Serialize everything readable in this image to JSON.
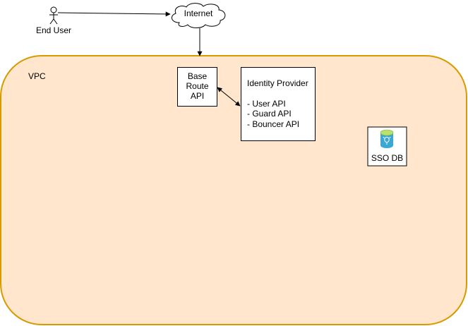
{
  "colors": {
    "vpc_fill": "#ffe6cc",
    "vpc_stroke": "#d79b00",
    "line": "#000000",
    "box_fill": "#ffffff",
    "db_top": "#b6e36d",
    "db_body": "#3aa8d6"
  },
  "actor": {
    "icon": "stick-figure-icon",
    "label": "End User"
  },
  "internet": {
    "icon": "cloud-icon",
    "label": "Internet"
  },
  "vpc": {
    "label": "VPC"
  },
  "base_route": {
    "lines": [
      "Base",
      "Route",
      "API"
    ]
  },
  "identity_provider": {
    "title": "Identity Provider",
    "items": [
      "- User API",
      "- Guard API",
      "- Bouncer API"
    ]
  },
  "sso_db": {
    "icon": "database-icon",
    "label": "SSO DB"
  }
}
